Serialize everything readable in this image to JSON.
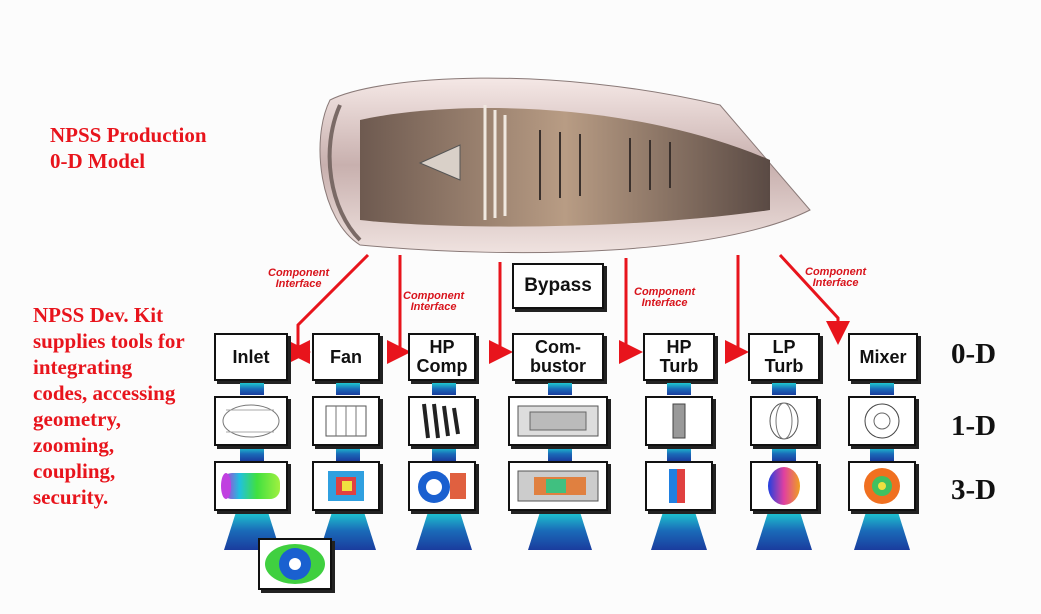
{
  "left_text": {
    "production": "NPSS Production\n0-D Model",
    "devkit": "NPSS Dev. Kit\nsupplies tools for\nintegrating\ncodes, accessing\ngeometry,\nzooming,\ncoupling,\nsecurity."
  },
  "bypass_label": "Bypass",
  "interface_label": "Component\nInterface",
  "modules": [
    {
      "label": "Inlet"
    },
    {
      "label": "Fan"
    },
    {
      "label": "HP\nComp"
    },
    {
      "label": "Com-\nbustor"
    },
    {
      "label": "HP\nTurb"
    },
    {
      "label": "LP\nTurb"
    },
    {
      "label": "Mixer"
    }
  ],
  "dimension_labels": [
    "0-D",
    "1-D",
    "3-D"
  ],
  "colors": {
    "red": "#e8141c",
    "pedestal_blue": "#1a3c9e",
    "pedestal_cyan": "#1ec8d0"
  }
}
